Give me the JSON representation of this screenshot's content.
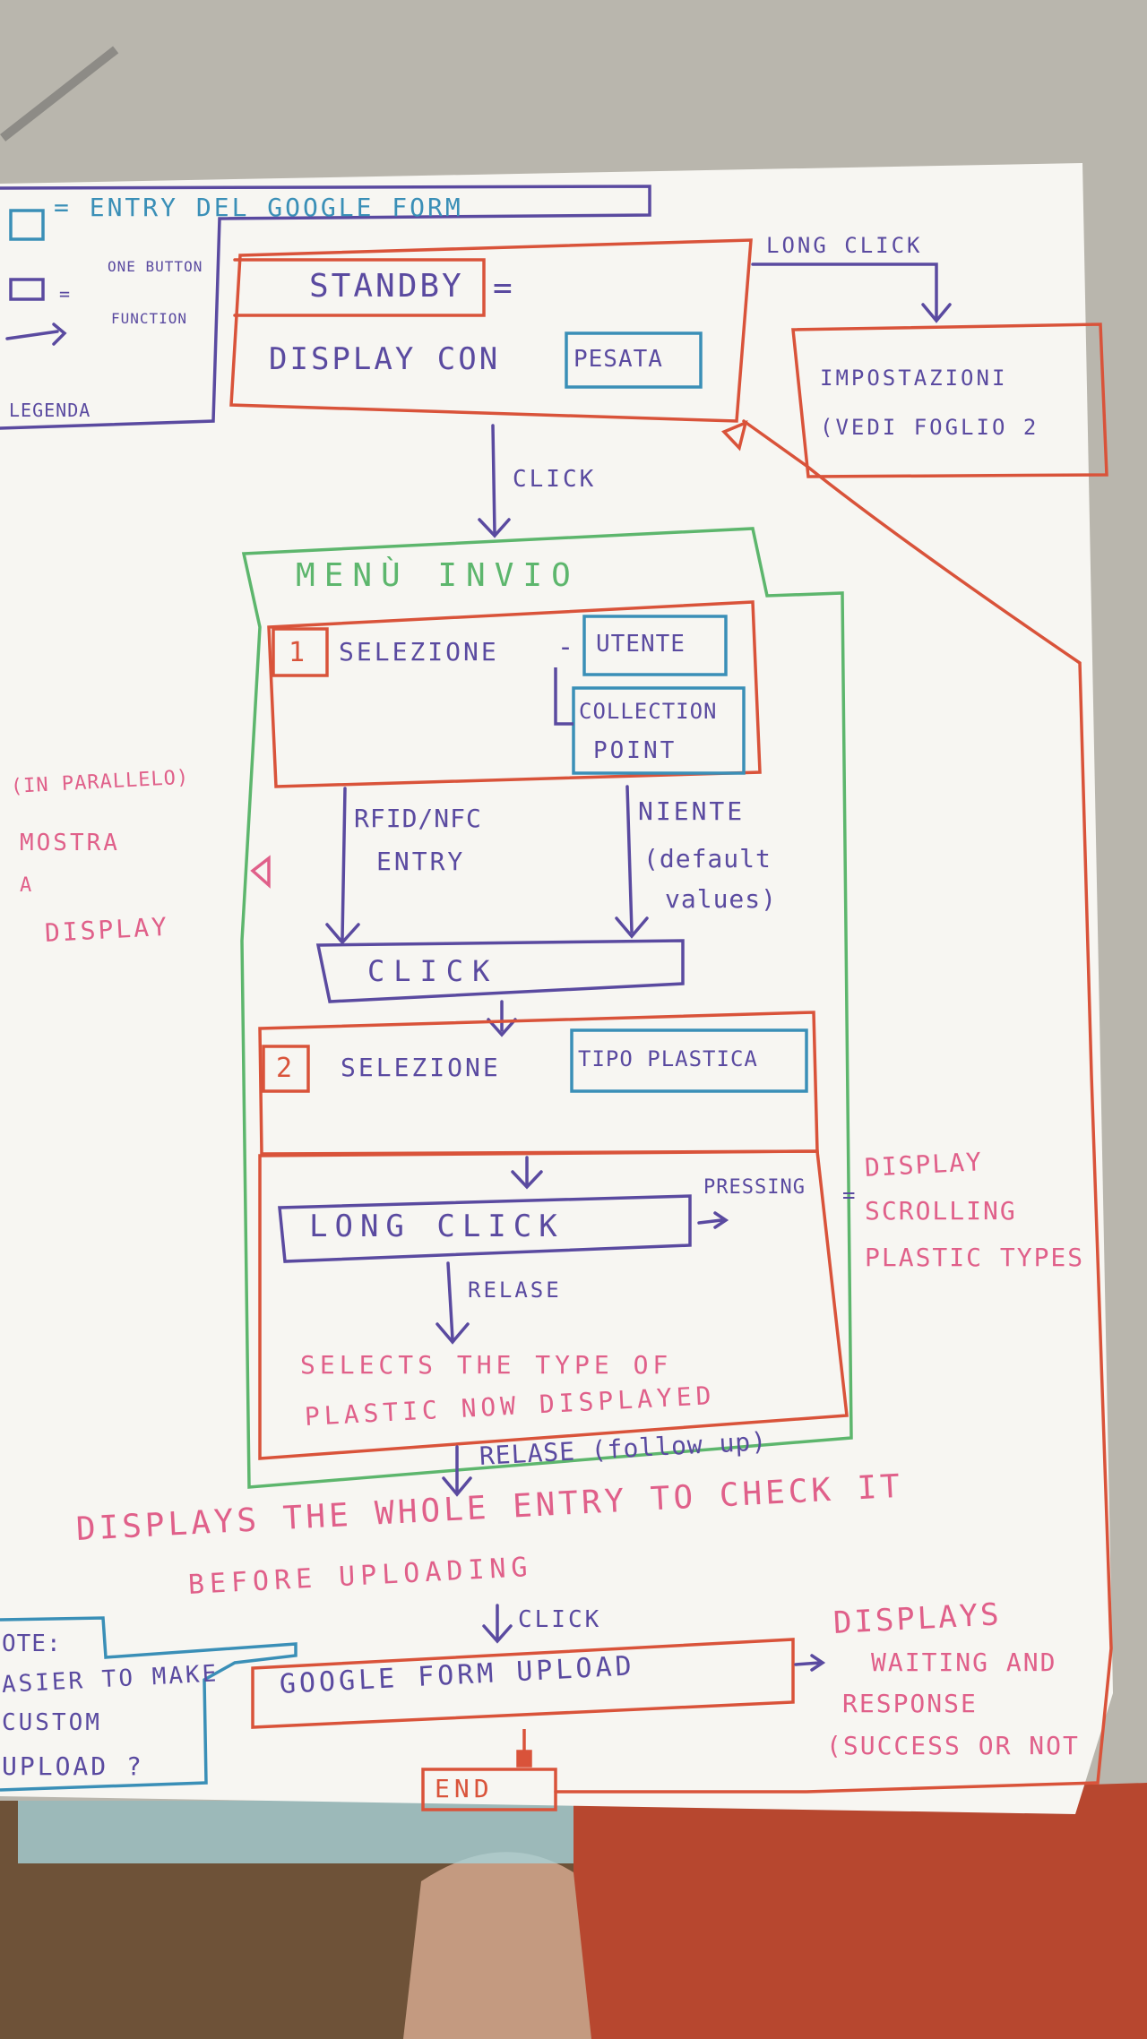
{
  "legend": {
    "entry_label": "= ENTRY DEL GOOGLE FORM",
    "button_label": "ONE BUTTON",
    "function_label": "FUNCTION",
    "title": "LEGENDA"
  },
  "standby": {
    "title": "STANDBY",
    "equals": "=",
    "display": "DISPLAY CON",
    "weight": "PESATA"
  },
  "long_click_settings": "LONG CLICK",
  "settings": {
    "line1": "IMPOSTAZIONI",
    "line2": "(VEDI FOGLIO 2"
  },
  "click_1": "CLICK",
  "menu": {
    "title": "MENÙ INVIO",
    "step1_number": "1",
    "step1_label": "SELEZIONE",
    "dash": "-",
    "user": "UTENTE",
    "collection_point_1": "COLLECTION",
    "collection_point_2": "POINT",
    "rfid_1": "RFID/NFC",
    "rfid_2": "ENTRY",
    "niente_1": "NIENTE",
    "niente_2": "(default",
    "niente_3": "values)",
    "click_2": "CLICK",
    "step2_number": "2",
    "step2_label": "SELEZIONE",
    "plastic_type": "TIPO PLASTICA",
    "long_click": "LONG CLICK",
    "pressing": "PRESSING",
    "pressing_eq": "=",
    "scroll_1": "DISPLAY",
    "scroll_2": "SCROLLING",
    "scroll_3": "PLASTIC TYPES",
    "release": "RELASE",
    "select_1": "SELECTS THE TYPE OF",
    "select_2": "PLASTIC NOW DISPLAYED"
  },
  "parallel": {
    "line1": "(IN PARALLELO)",
    "line2": "MOSTRA",
    "line3": "A",
    "line4": "DISPLAY"
  },
  "release_followup": "RELASE (follow up)",
  "displays_1": "DISPLAYS THE WHOLE ENTRY TO CHECK IT",
  "displays_2": "BEFORE UPLOADING",
  "click_3": "CLICK",
  "upload": "GOOGLE FORM UPLOAD",
  "note": {
    "line1": "OTE:",
    "line2": "ASIER TO MAKE",
    "line3": "CUSTOM",
    "line4": "UPLOAD ?"
  },
  "response": {
    "line1": "DISPLAYS",
    "line2": "WAITING AND",
    "line3": "RESPONSE",
    "line4": "(SUCCESS OR NOT"
  },
  "end": "END",
  "colors": {
    "orange": "#d9533a",
    "blue": "#3a8fb7",
    "purple": "#5a4aa0",
    "green": "#5db66d",
    "pink": "#e0608a",
    "paper": "#f7f6f2"
  }
}
